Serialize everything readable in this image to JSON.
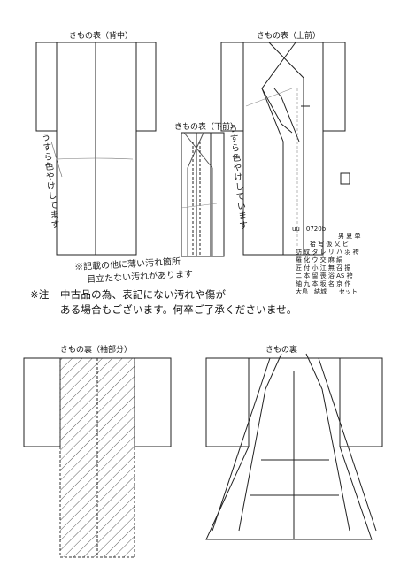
{
  "labels": {
    "front_back": "きもの表（背中）",
    "front_upper": "きもの表（上前）",
    "front_lower": "きもの表（下前）",
    "lining_sleeve": "きもの裏（袖部分）",
    "lining": "きもの裏"
  },
  "handwritten": {
    "left_vertical": "うすら色やけしてます",
    "right_vertical": "うすら色やけしています",
    "stain_line1": "※記載の他に薄い汚れ箇所",
    "stain_line2": "目立たない汚れがあります"
  },
  "notice": {
    "marker": "※注",
    "line1": "中古品の為、表記にない汚れや傷が",
    "line2": "ある場合もございます。何卒ご了承くださいませ。"
  },
  "code_table": {
    "item_code": "uu　0720b",
    "row1": "男 夏 単",
    "row2": "袷 写 仮 又 ビ",
    "row3": "訪 紋 タ レ リ ハ 羽 袴",
    "row4": "羅 化 ウ 交 麻 絹",
    "row5": "匠 付 小 江 無 召 振",
    "row6": "二 本 留 喪 浴 AS 袴",
    "row7": "紬 九 本 坂 名 京 作",
    "row8": "大島　結城　　セット"
  }
}
